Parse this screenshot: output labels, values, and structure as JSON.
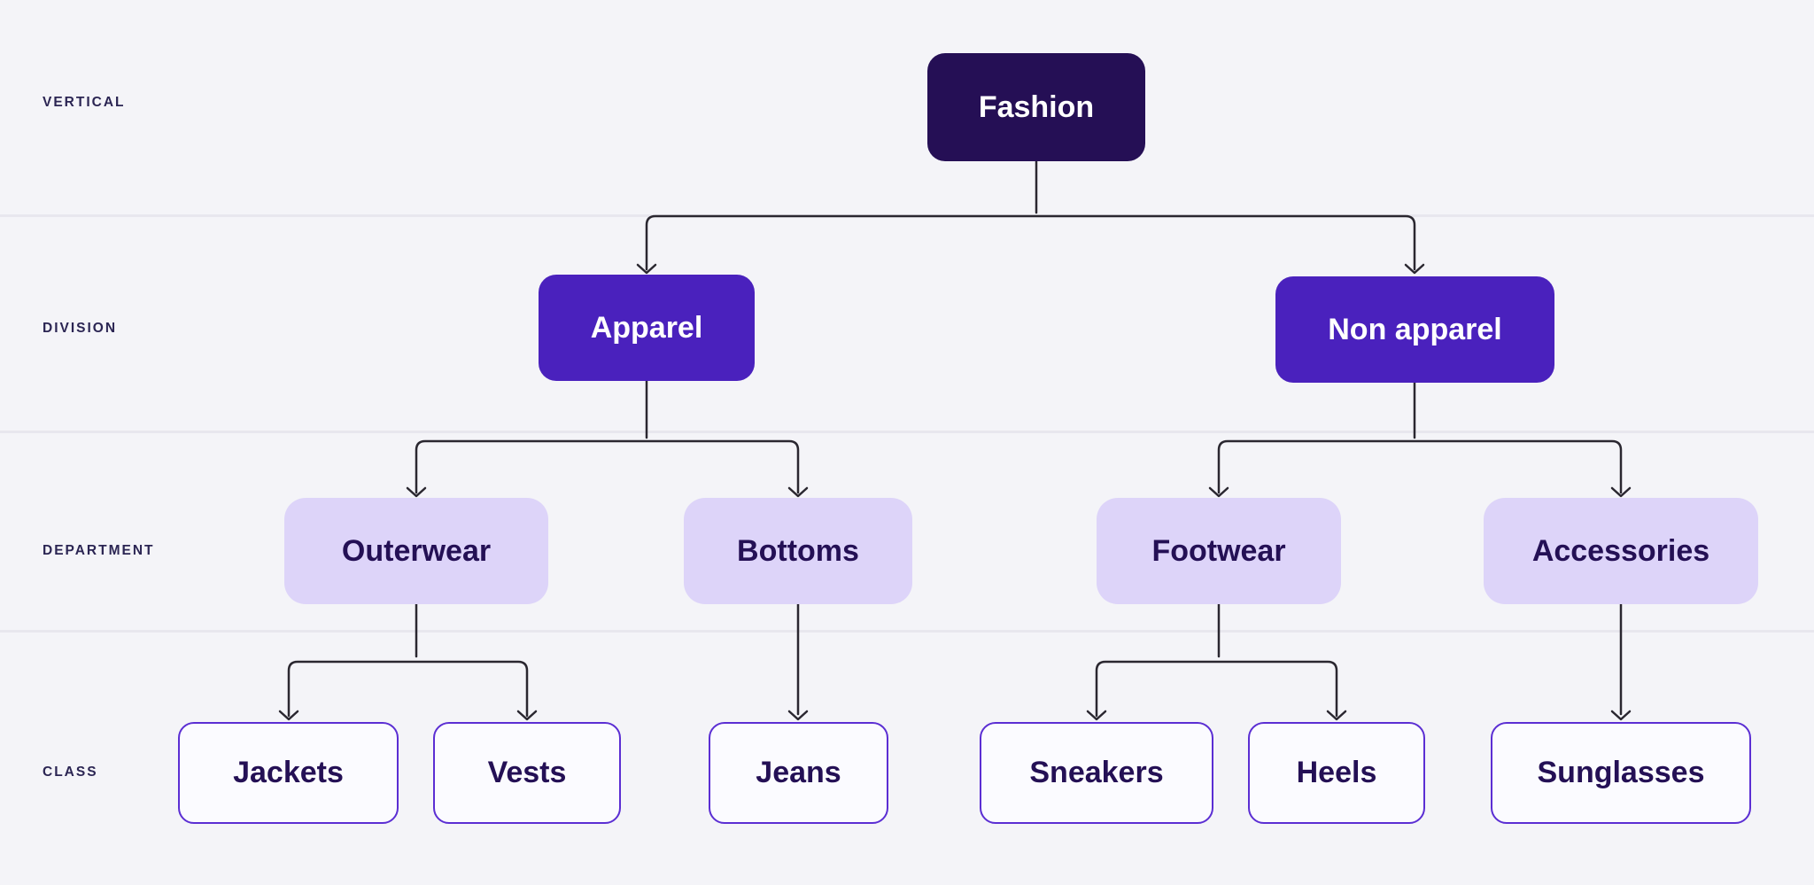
{
  "diagram": {
    "levels": [
      {
        "label": "VERTICAL"
      },
      {
        "label": "DIVISION"
      },
      {
        "label": "DEPARTMENT"
      },
      {
        "label": "CLASS"
      }
    ],
    "nodes": {
      "fashion": {
        "label": "Fashion",
        "level": "VERTICAL"
      },
      "apparel": {
        "label": "Apparel",
        "level": "DIVISION"
      },
      "non_apparel": {
        "label": "Non apparel",
        "level": "DIVISION"
      },
      "outerwear": {
        "label": "Outerwear",
        "level": "DEPARTMENT"
      },
      "bottoms": {
        "label": "Bottoms",
        "level": "DEPARTMENT"
      },
      "footwear": {
        "label": "Footwear",
        "level": "DEPARTMENT"
      },
      "accessories": {
        "label": "Accessories",
        "level": "DEPARTMENT"
      },
      "jackets": {
        "label": "Jackets",
        "level": "CLASS"
      },
      "vests": {
        "label": "Vests",
        "level": "CLASS"
      },
      "jeans": {
        "label": "Jeans",
        "level": "CLASS"
      },
      "sneakers": {
        "label": "Sneakers",
        "level": "CLASS"
      },
      "heels": {
        "label": "Heels",
        "level": "CLASS"
      },
      "sunglasses": {
        "label": "Sunglasses",
        "level": "CLASS"
      }
    },
    "edges": [
      {
        "from": "Fashion",
        "to": "Apparel"
      },
      {
        "from": "Fashion",
        "to": "Non apparel"
      },
      {
        "from": "Apparel",
        "to": "Outerwear"
      },
      {
        "from": "Apparel",
        "to": "Bottoms"
      },
      {
        "from": "Non apparel",
        "to": "Footwear"
      },
      {
        "from": "Non apparel",
        "to": "Accessories"
      },
      {
        "from": "Outerwear",
        "to": "Jackets"
      },
      {
        "from": "Outerwear",
        "to": "Vests"
      },
      {
        "from": "Bottoms",
        "to": "Jeans"
      },
      {
        "from": "Footwear",
        "to": "Sneakers"
      },
      {
        "from": "Footwear",
        "to": "Heels"
      },
      {
        "from": "Accessories",
        "to": "Sunglasses"
      }
    ],
    "colors": {
      "background": "#f4f4f8",
      "divider": "#e8e7ee",
      "vertical_box": "#250f55",
      "division_box": "#4a21bd",
      "department_box": "#ddd4f9",
      "class_box_bg": "#fbfbff",
      "class_box_border": "#5b2ed3",
      "box_light_text": "#ffffff",
      "box_dark_text": "#241055",
      "row_label_text": "#2b2553",
      "connector": "#2a2730"
    }
  }
}
